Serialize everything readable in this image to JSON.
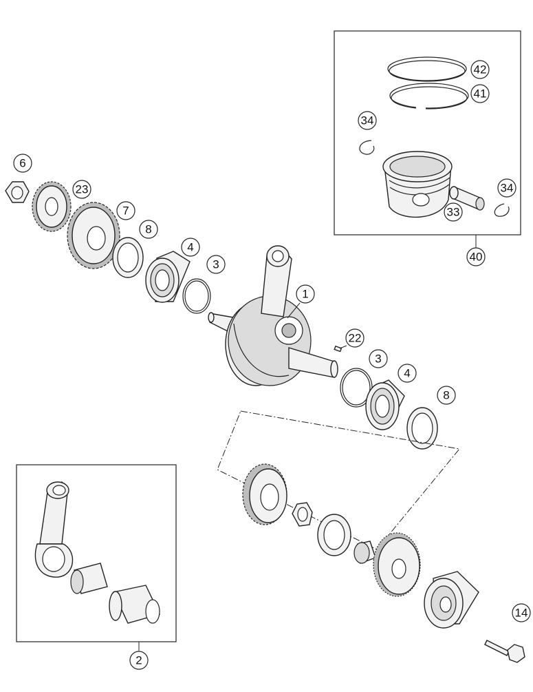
{
  "callouts": [
    {
      "id": "c6",
      "label": "6"
    },
    {
      "id": "c23",
      "label": "23"
    },
    {
      "id": "c7",
      "label": "7"
    },
    {
      "id": "c8a",
      "label": "8"
    },
    {
      "id": "c4a",
      "label": "4"
    },
    {
      "id": "c3a",
      "label": "3"
    },
    {
      "id": "c1",
      "label": "1"
    },
    {
      "id": "c22",
      "label": "22"
    },
    {
      "id": "c3b",
      "label": "3"
    },
    {
      "id": "c4b",
      "label": "4"
    },
    {
      "id": "c8b",
      "label": "8"
    },
    {
      "id": "c42",
      "label": "42"
    },
    {
      "id": "c41",
      "label": "41"
    },
    {
      "id": "c34a",
      "label": "34"
    },
    {
      "id": "c34b",
      "label": "34"
    },
    {
      "id": "c33",
      "label": "33"
    },
    {
      "id": "c40",
      "label": "40"
    },
    {
      "id": "c2",
      "label": "2"
    },
    {
      "id": "c14",
      "label": "14"
    }
  ]
}
